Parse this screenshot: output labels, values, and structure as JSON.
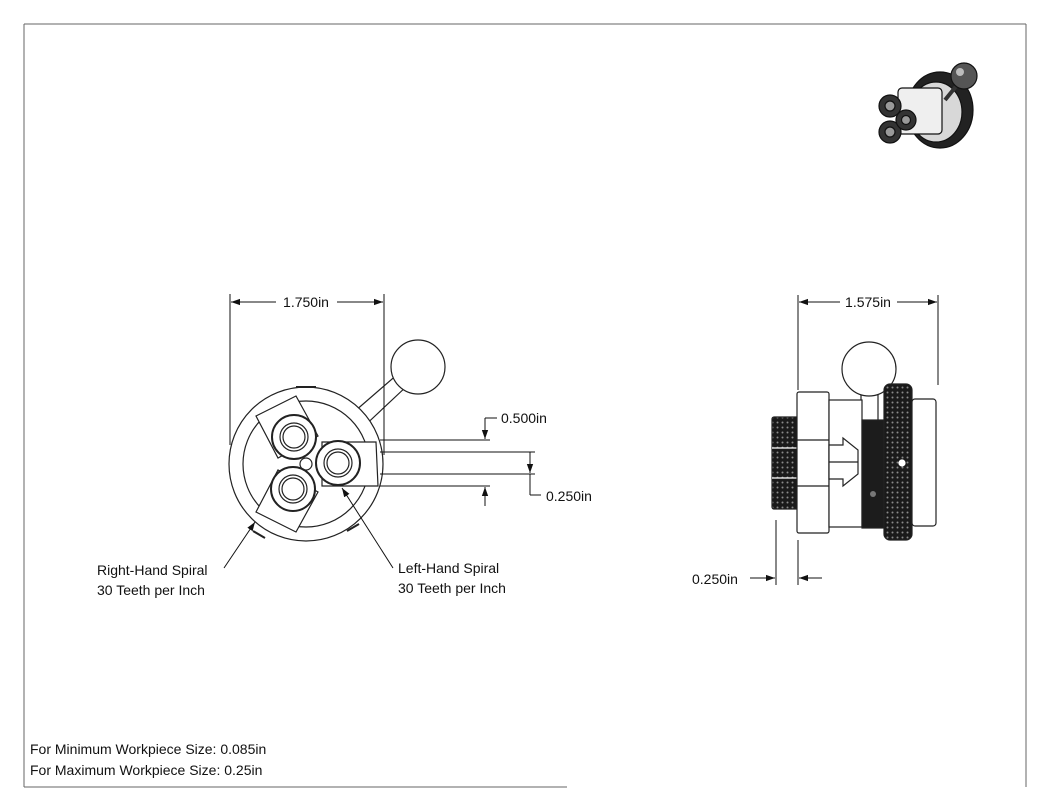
{
  "drawing": {
    "front_view": {
      "width_dim": "1.750in",
      "gap_dim_top": "0.500in",
      "gap_dim_bottom": "0.250in",
      "note_right_hand": [
        "Right-Hand Spiral",
        "30 Teeth per Inch"
      ],
      "note_left_hand": [
        "Left-Hand Spiral",
        "30 Teeth per Inch"
      ]
    },
    "side_view": {
      "width_dim": "1.575in",
      "offset_dim": "0.250in"
    },
    "footer": {
      "min_size": "For Minimum Workpiece Size: 0.085in",
      "max_size": "For Maximum Workpiece Size: 0.25in"
    }
  },
  "colors": {
    "line": "#222222",
    "fill_dark": "#1c1c1c",
    "fill_body": "#f7f7f7"
  }
}
